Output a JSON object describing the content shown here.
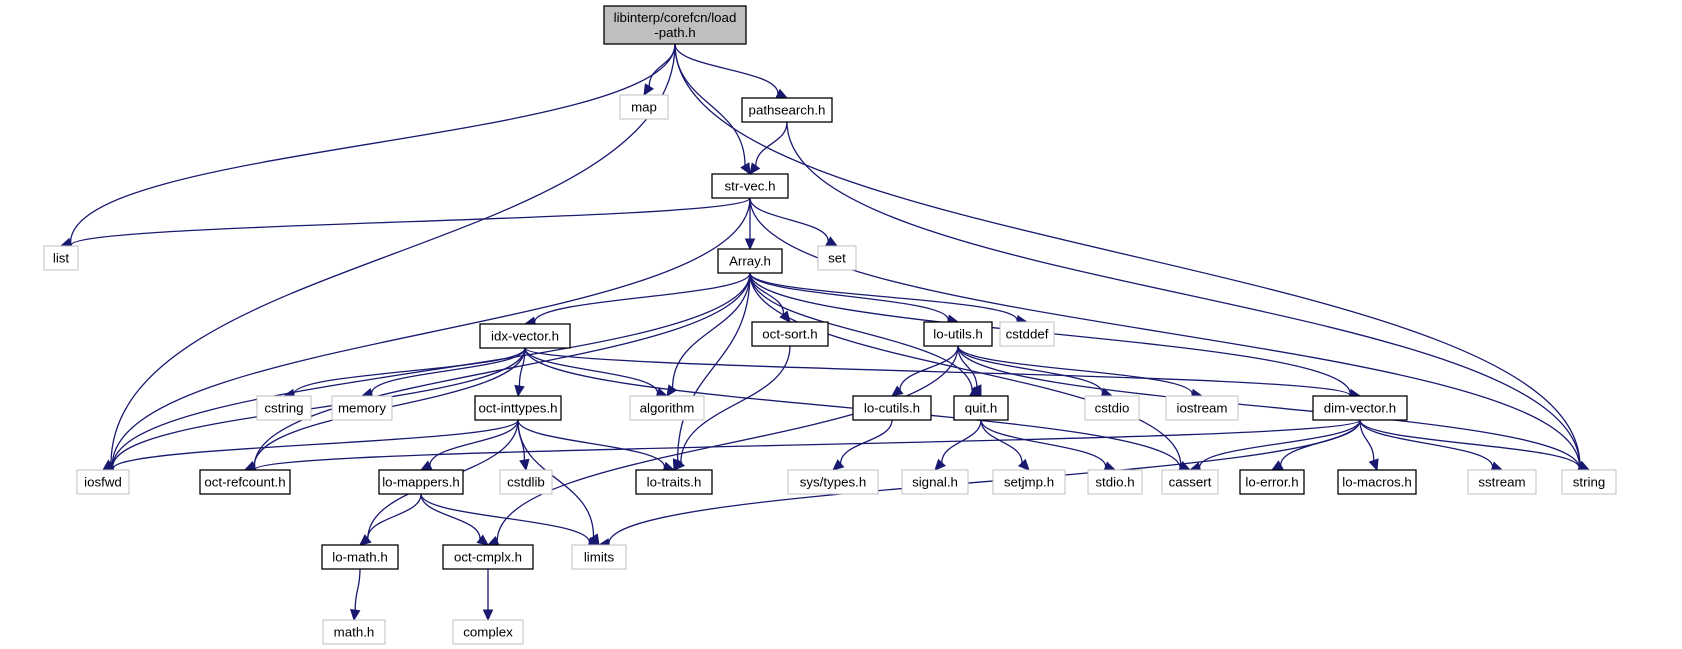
{
  "title": "Include dependency graph for libinterp/corefcn/load-path.h",
  "colors": {
    "edge": "#191970",
    "root_fill": "#bfbfbf",
    "documented_border": "#000000",
    "external_border": "#bfbfbf"
  },
  "nodes": [
    {
      "id": "root",
      "label": "libinterp/corefcn/load-path.h",
      "lines": [
        "libinterp/corefcn/load",
        "-path.h"
      ],
      "kind": "root"
    },
    {
      "id": "map",
      "label": "map",
      "kind": "external"
    },
    {
      "id": "pathsearch",
      "label": "pathsearch.h",
      "kind": "doc"
    },
    {
      "id": "strvec",
      "label": "str-vec.h",
      "kind": "doc"
    },
    {
      "id": "list",
      "label": "list",
      "kind": "external"
    },
    {
      "id": "set",
      "label": "set",
      "kind": "external"
    },
    {
      "id": "array",
      "label": "Array.h",
      "kind": "doc"
    },
    {
      "id": "idxvector",
      "label": "idx-vector.h",
      "kind": "doc"
    },
    {
      "id": "octsort",
      "label": "oct-sort.h",
      "kind": "doc"
    },
    {
      "id": "loutils",
      "label": "lo-utils.h",
      "kind": "doc"
    },
    {
      "id": "cstddef",
      "label": "cstddef",
      "kind": "external"
    },
    {
      "id": "cstring",
      "label": "cstring",
      "kind": "external"
    },
    {
      "id": "memory",
      "label": "memory",
      "kind": "external"
    },
    {
      "id": "octinttypes",
      "label": "oct-inttypes.h",
      "kind": "doc"
    },
    {
      "id": "algorithm",
      "label": "algorithm",
      "kind": "external"
    },
    {
      "id": "locutils",
      "label": "lo-cutils.h",
      "kind": "doc"
    },
    {
      "id": "quit",
      "label": "quit.h",
      "kind": "doc"
    },
    {
      "id": "cstdio",
      "label": "cstdio",
      "kind": "external"
    },
    {
      "id": "iostream",
      "label": "iostream",
      "kind": "external"
    },
    {
      "id": "dimvector",
      "label": "dim-vector.h",
      "kind": "doc"
    },
    {
      "id": "iosfwd",
      "label": "iosfwd",
      "kind": "external"
    },
    {
      "id": "octrefcount",
      "label": "oct-refcount.h",
      "kind": "doc"
    },
    {
      "id": "lomappers",
      "label": "lo-mappers.h",
      "kind": "doc"
    },
    {
      "id": "cstdlib",
      "label": "cstdlib",
      "kind": "external"
    },
    {
      "id": "lotraits",
      "label": "lo-traits.h",
      "kind": "doc"
    },
    {
      "id": "systypes",
      "label": "sys/types.h",
      "kind": "external"
    },
    {
      "id": "signal",
      "label": "signal.h",
      "kind": "external"
    },
    {
      "id": "setjmp",
      "label": "setjmp.h",
      "kind": "external"
    },
    {
      "id": "stdio",
      "label": "stdio.h",
      "kind": "external"
    },
    {
      "id": "cassert",
      "label": "cassert",
      "kind": "external"
    },
    {
      "id": "loerror",
      "label": "lo-error.h",
      "kind": "doc"
    },
    {
      "id": "lomacros",
      "label": "lo-macros.h",
      "kind": "doc"
    },
    {
      "id": "sstream",
      "label": "sstream",
      "kind": "external"
    },
    {
      "id": "string",
      "label": "string",
      "kind": "external"
    },
    {
      "id": "lomath",
      "label": "lo-math.h",
      "kind": "doc"
    },
    {
      "id": "octcmplx",
      "label": "oct-cmplx.h",
      "kind": "doc"
    },
    {
      "id": "limits",
      "label": "limits",
      "kind": "external"
    },
    {
      "id": "mathh",
      "label": "math.h",
      "kind": "external"
    },
    {
      "id": "complex",
      "label": "complex",
      "kind": "external"
    }
  ],
  "edges": [
    [
      "root",
      "iosfwd"
    ],
    [
      "root",
      "list"
    ],
    [
      "root",
      "map"
    ],
    [
      "root",
      "strvec"
    ],
    [
      "root",
      "pathsearch"
    ],
    [
      "root",
      "string"
    ],
    [
      "pathsearch",
      "strvec"
    ],
    [
      "pathsearch",
      "string"
    ],
    [
      "strvec",
      "list"
    ],
    [
      "strvec",
      "iosfwd"
    ],
    [
      "strvec",
      "array"
    ],
    [
      "strvec",
      "set"
    ],
    [
      "strvec",
      "string"
    ],
    [
      "array",
      "iosfwd"
    ],
    [
      "array",
      "octrefcount"
    ],
    [
      "array",
      "idxvector"
    ],
    [
      "array",
      "algorithm"
    ],
    [
      "array",
      "lotraits"
    ],
    [
      "array",
      "octsort"
    ],
    [
      "array",
      "quit"
    ],
    [
      "array",
      "loutils"
    ],
    [
      "array",
      "cstddef"
    ],
    [
      "array",
      "cassert"
    ],
    [
      "array",
      "dimvector"
    ],
    [
      "idxvector",
      "iosfwd"
    ],
    [
      "idxvector",
      "octrefcount"
    ],
    [
      "idxvector",
      "cstring"
    ],
    [
      "idxvector",
      "memory"
    ],
    [
      "idxvector",
      "octinttypes"
    ],
    [
      "idxvector",
      "algorithm"
    ],
    [
      "idxvector",
      "cassert"
    ],
    [
      "idxvector",
      "dimvector"
    ],
    [
      "octsort",
      "lotraits"
    ],
    [
      "loutils",
      "octcmplx"
    ],
    [
      "loutils",
      "locutils"
    ],
    [
      "loutils",
      "quit"
    ],
    [
      "loutils",
      "cstdio"
    ],
    [
      "loutils",
      "iostream"
    ],
    [
      "loutils",
      "string"
    ],
    [
      "octinttypes",
      "iosfwd"
    ],
    [
      "octinttypes",
      "lomath"
    ],
    [
      "octinttypes",
      "lomappers"
    ],
    [
      "octinttypes",
      "cstdlib"
    ],
    [
      "octinttypes",
      "lotraits"
    ],
    [
      "octinttypes",
      "limits"
    ],
    [
      "locutils",
      "systypes"
    ],
    [
      "quit",
      "signal"
    ],
    [
      "quit",
      "setjmp"
    ],
    [
      "quit",
      "stdio"
    ],
    [
      "dimvector",
      "octrefcount"
    ],
    [
      "dimvector",
      "cassert"
    ],
    [
      "dimvector",
      "loerror"
    ],
    [
      "dimvector",
      "lomacros"
    ],
    [
      "dimvector",
      "sstream"
    ],
    [
      "dimvector",
      "string"
    ],
    [
      "dimvector",
      "limits"
    ],
    [
      "lomappers",
      "lomath"
    ],
    [
      "lomappers",
      "octcmplx"
    ],
    [
      "lomappers",
      "limits"
    ],
    [
      "lomath",
      "mathh"
    ],
    [
      "octcmplx",
      "complex"
    ]
  ]
}
